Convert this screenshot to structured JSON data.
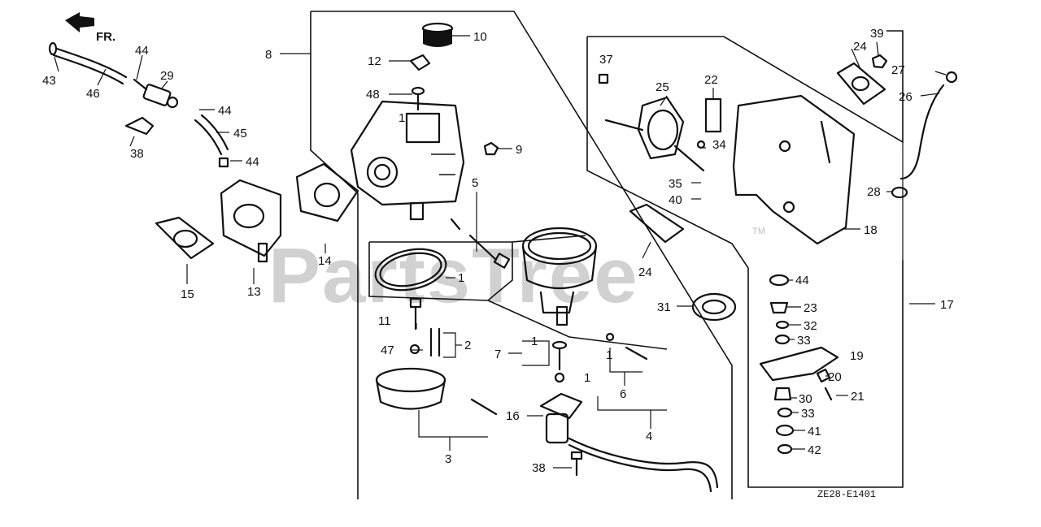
{
  "watermark": {
    "text": "PartsTree",
    "trademark": "TM"
  },
  "drawing_code": "ZE28-E1401",
  "direction_marker": "FR.",
  "callouts": [
    {
      "id": "c1",
      "text": "1"
    },
    {
      "id": "c2",
      "text": "2"
    },
    {
      "id": "c3",
      "text": "3"
    },
    {
      "id": "c4",
      "text": "4"
    },
    {
      "id": "c5",
      "text": "5"
    },
    {
      "id": "c6",
      "text": "6"
    },
    {
      "id": "c7",
      "text": "7"
    },
    {
      "id": "c8",
      "text": "8"
    },
    {
      "id": "c9",
      "text": "9"
    },
    {
      "id": "c10",
      "text": "10"
    },
    {
      "id": "c11",
      "text": "11"
    },
    {
      "id": "c12",
      "text": "12"
    },
    {
      "id": "c13",
      "text": "13"
    },
    {
      "id": "c14",
      "text": "14"
    },
    {
      "id": "c15",
      "text": "15"
    },
    {
      "id": "c16",
      "text": "16"
    },
    {
      "id": "c17",
      "text": "17"
    },
    {
      "id": "c18",
      "text": "18"
    },
    {
      "id": "c19",
      "text": "19"
    },
    {
      "id": "c20",
      "text": "20"
    },
    {
      "id": "c21",
      "text": "21"
    },
    {
      "id": "c22",
      "text": "22"
    },
    {
      "id": "c23",
      "text": "23"
    },
    {
      "id": "c24a",
      "text": "24"
    },
    {
      "id": "c24b",
      "text": "24"
    },
    {
      "id": "c25",
      "text": "25"
    },
    {
      "id": "c26",
      "text": "26"
    },
    {
      "id": "c27",
      "text": "27"
    },
    {
      "id": "c28",
      "text": "28"
    },
    {
      "id": "c29",
      "text": "29"
    },
    {
      "id": "c30",
      "text": "30"
    },
    {
      "id": "c31",
      "text": "31"
    },
    {
      "id": "c32",
      "text": "32"
    },
    {
      "id": "c33a",
      "text": "33"
    },
    {
      "id": "c33b",
      "text": "33"
    },
    {
      "id": "c34",
      "text": "34"
    },
    {
      "id": "c35",
      "text": "35"
    },
    {
      "id": "c37",
      "text": "37"
    },
    {
      "id": "c38a",
      "text": "38"
    },
    {
      "id": "c38b",
      "text": "38"
    },
    {
      "id": "c39",
      "text": "39"
    },
    {
      "id": "c40",
      "text": "40"
    },
    {
      "id": "c41",
      "text": "41"
    },
    {
      "id": "c42",
      "text": "42"
    },
    {
      "id": "c43",
      "text": "43"
    },
    {
      "id": "c44a",
      "text": "44"
    },
    {
      "id": "c44b",
      "text": "44"
    },
    {
      "id": "c44c",
      "text": "44"
    },
    {
      "id": "c44d",
      "text": "44"
    },
    {
      "id": "c45",
      "text": "45"
    },
    {
      "id": "c46",
      "text": "46"
    },
    {
      "id": "c47",
      "text": "47"
    },
    {
      "id": "c48",
      "text": "48"
    },
    {
      "id": "c1b",
      "text": "1"
    },
    {
      "id": "c1c",
      "text": "1"
    },
    {
      "id": "c1d",
      "text": "1"
    },
    {
      "id": "c1e",
      "text": "1"
    }
  ]
}
